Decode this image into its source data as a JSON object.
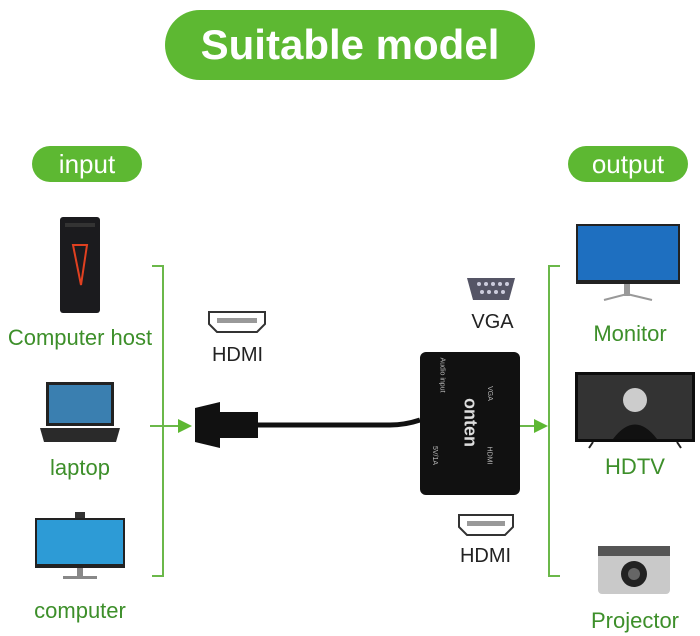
{
  "title": "Suitable model",
  "input": {
    "label": "input",
    "devices": [
      {
        "label": "Computer host",
        "icon": "tower-pc-icon"
      },
      {
        "label": "laptop",
        "icon": "laptop-icon"
      },
      {
        "label": "computer",
        "icon": "desktop-monitor-icon"
      }
    ]
  },
  "output": {
    "label": "output",
    "devices": [
      {
        "label": "Monitor",
        "icon": "monitor-icon"
      },
      {
        "label": "HDTV",
        "icon": "tv-icon"
      },
      {
        "label": "Projector",
        "icon": "projector-icon"
      }
    ]
  },
  "ports": {
    "input_hdmi": "HDMI",
    "vga": "VGA",
    "output_hdmi": "HDMI"
  },
  "adapter": {
    "brand": "onten",
    "port_labels": [
      "Audio input",
      "VGA",
      "5V/1A",
      "HDMI"
    ]
  },
  "colors": {
    "accent": "#5db832"
  }
}
